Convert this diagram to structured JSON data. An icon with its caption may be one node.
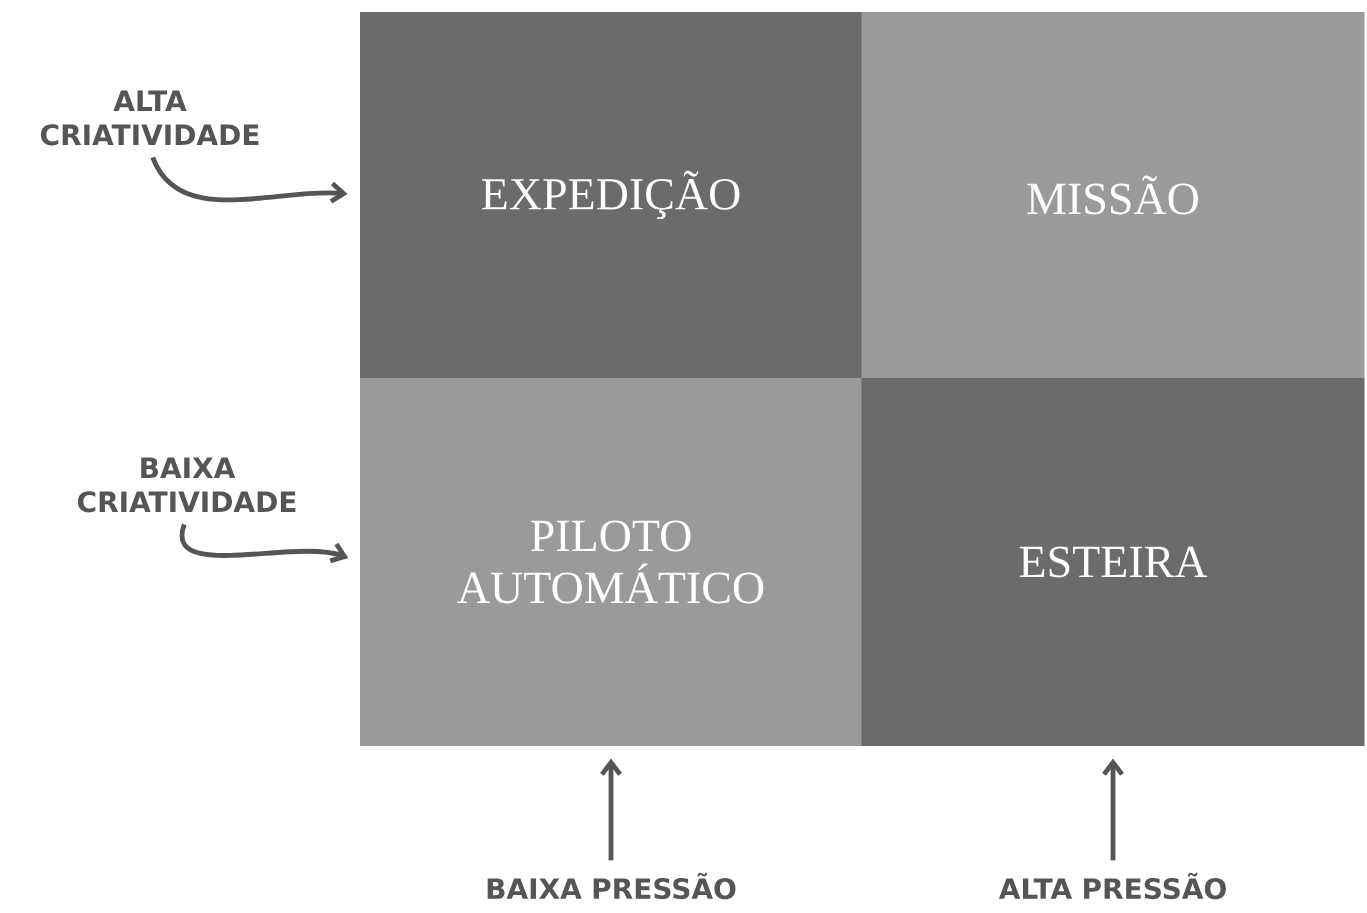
{
  "diagram": {
    "nodes": [
      {
        "text": [
          "ALTA CRIATIVIDADE"
        ]
      },
      {
        "text": [
          "EXPEDIÇÃO"
        ]
      },
      {
        "text": [
          "MISSÃO"
        ]
      },
      {
        "text": [
          "BAIXA CRIATIVIDADE"
        ]
      },
      {
        "text": [
          "PILOTO AUTOMÁTICO"
        ]
      },
      {
        "text": [
          "ESTEIRA"
        ]
      },
      {
        "text": [
          "BAIXA PRESSÃO"
        ]
      },
      {
        "text": [
          "ALTA PRESSÃO"
        ]
      }
    ],
    "edges": [
      {
        "from": 0,
        "to": 1,
        "arrow": "to"
      },
      {
        "from": 3,
        "to": 4,
        "arrow": "to"
      },
      {
        "from": 6,
        "to": 4,
        "arrow": "to"
      },
      {
        "from": 7,
        "to": 5,
        "arrow": "to"
      }
    ]
  }
}
